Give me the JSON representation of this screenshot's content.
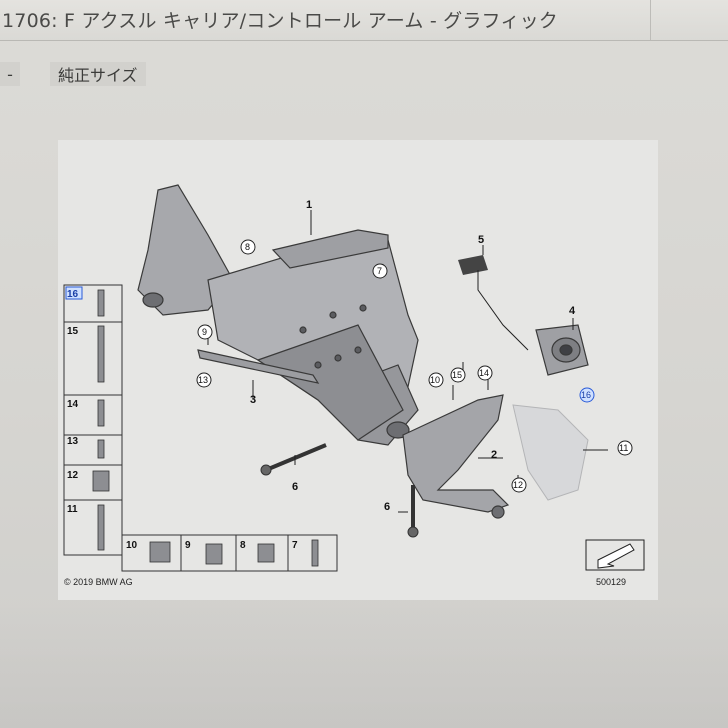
{
  "window": {
    "title": "1706: F アクスル キャリア/コントロール アーム - グラフィック"
  },
  "toolbar": {
    "left_button_label": "-",
    "genuine_size_label": "純正サイズ"
  },
  "diagram": {
    "copyright": "© 2019 BMW AG",
    "diagram_number": "500129",
    "callouts": [
      "1",
      "2",
      "3",
      "4",
      "5",
      "6",
      "6",
      "7",
      "8",
      "9",
      "10",
      "11",
      "12",
      "13",
      "14",
      "15",
      "16"
    ],
    "legend": {
      "column_items": [
        "16",
        "15",
        "14",
        "13",
        "12",
        "11"
      ],
      "row_items": [
        "10",
        "9",
        "8",
        "7"
      ]
    }
  }
}
